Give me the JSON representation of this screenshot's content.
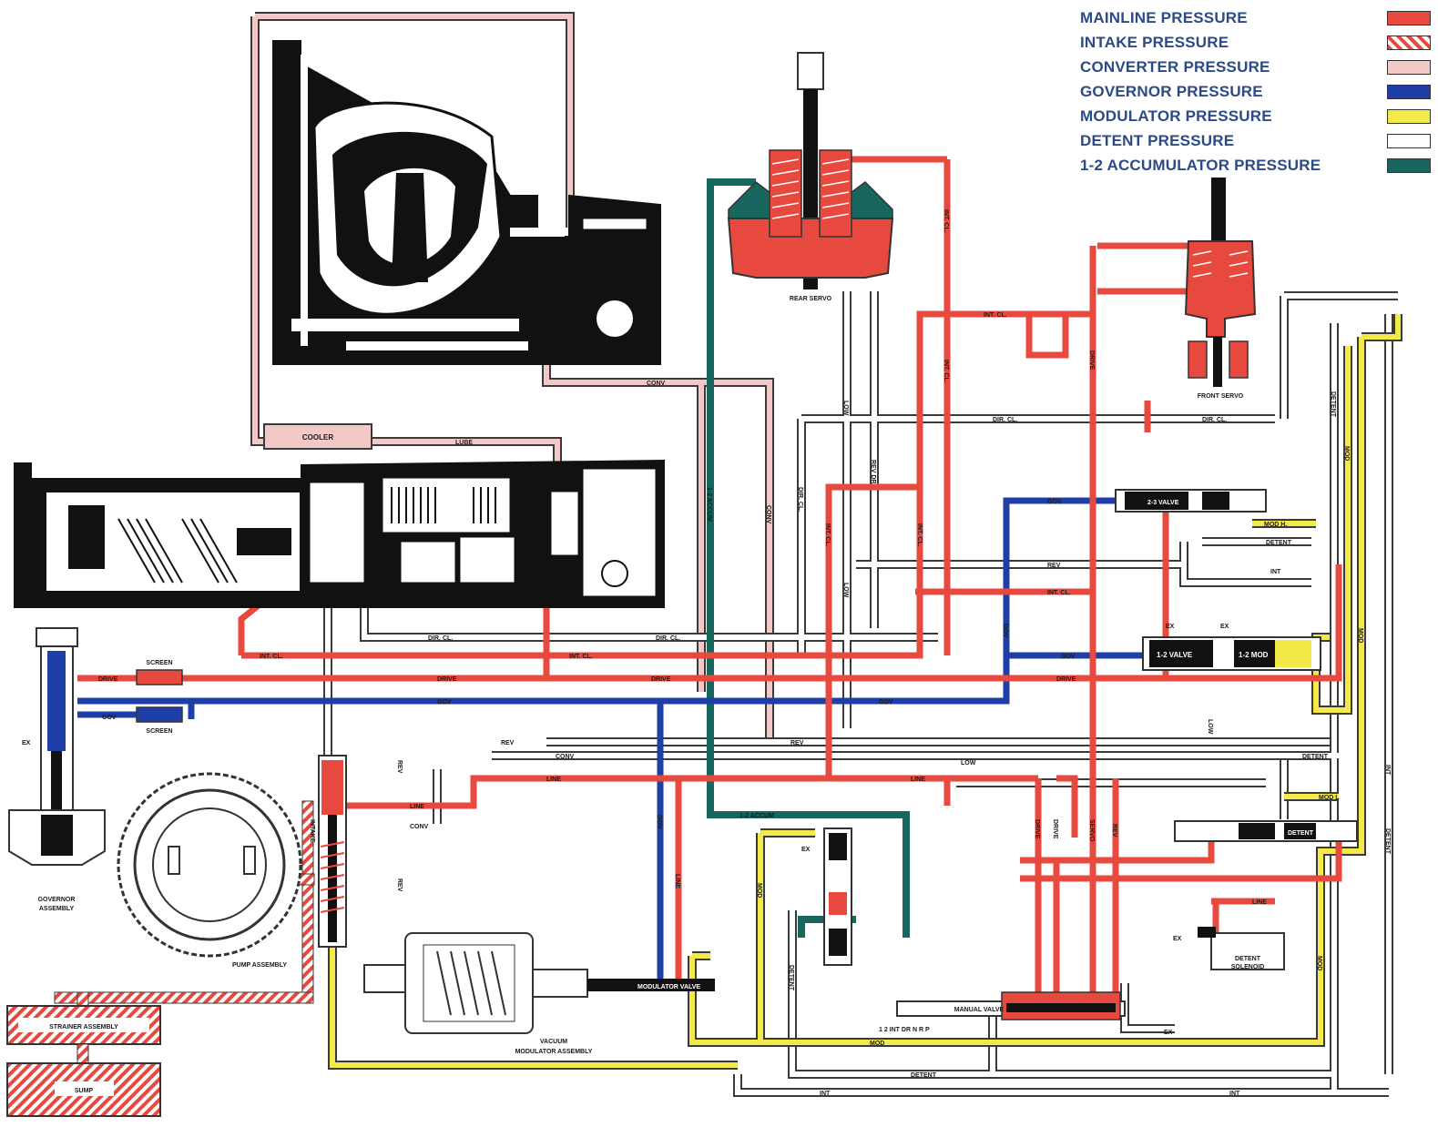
{
  "legend": [
    {
      "label": "MAINLINE PRESSURE",
      "color": "#e8493e",
      "pattern": "solid"
    },
    {
      "label": "INTAKE PRESSURE",
      "color": "#e8493e",
      "pattern": "hatched"
    },
    {
      "label": "CONVERTER PRESSURE",
      "color": "#f2c9c6",
      "pattern": "solid"
    },
    {
      "label": "GOVERNOR PRESSURE",
      "color": "#1f3fa8",
      "pattern": "solid"
    },
    {
      "label": "MODULATOR PRESSURE",
      "color": "#f3ea4a",
      "pattern": "solid"
    },
    {
      "label": "DETENT PRESSURE",
      "color": "#ffffff",
      "pattern": "solid"
    },
    {
      "label": "1-2 ACCUMULATOR PRESSURE",
      "color": "#17675f",
      "pattern": "solid"
    }
  ],
  "colors": {
    "mainline": "#e8493e",
    "converter": "#f2c9c6",
    "governor": "#1f3fa8",
    "modulator": "#f3ea4a",
    "detent": "#ffffff",
    "accumulator": "#17675f",
    "outline": "#3a3a3a",
    "housing": "#111111"
  },
  "components": {
    "cooler": "COOLER",
    "rear_servo": "REAR SERVO",
    "front_servo": "FRONT SERVO",
    "governor_assembly": [
      "GOVERNOR",
      "ASSEMBLY"
    ],
    "pump_assembly": "PUMP ASSEMBLY",
    "strainer_assembly": "STRAINER ASSEMBLY",
    "sump": "SUMP",
    "vacuum_modulator": [
      "VACUUM",
      "MODULATOR ASSEMBLY"
    ],
    "modulator_valve": "MODULATOR VALVE",
    "manual_valve": "MANUAL VALVE",
    "detent_solenoid": [
      "DETENT",
      "SOLENOID"
    ],
    "valve_23": "2-3 VALVE",
    "valve_12": "1-2 VALVE",
    "valve_12_mod": "1-2 MOD",
    "detent_valve": "DETENT",
    "screen_top": "SCREEN",
    "screen_bottom": "SCREEN",
    "manual_positions": "1 2 INT DR N R P"
  },
  "line_labels": {
    "conv": "CONV",
    "lube": "LUBE",
    "int_cl": "INT. CL.",
    "dir_cl": "DIR. CL.",
    "drive": "DRIVE",
    "gov": "GOV",
    "rev": "REV",
    "line": "LINE",
    "low": "LOW",
    "int": "INT",
    "detent": "DETENT",
    "mod": "MOD",
    "mod_h": "MOD H.",
    "mod_l": "MOD L",
    "accum": "1-2 ACCUM",
    "ex": "EX",
    "intake": "INTAKE",
    "servo": "SERVO",
    "rev_dr": "REV DR"
  }
}
